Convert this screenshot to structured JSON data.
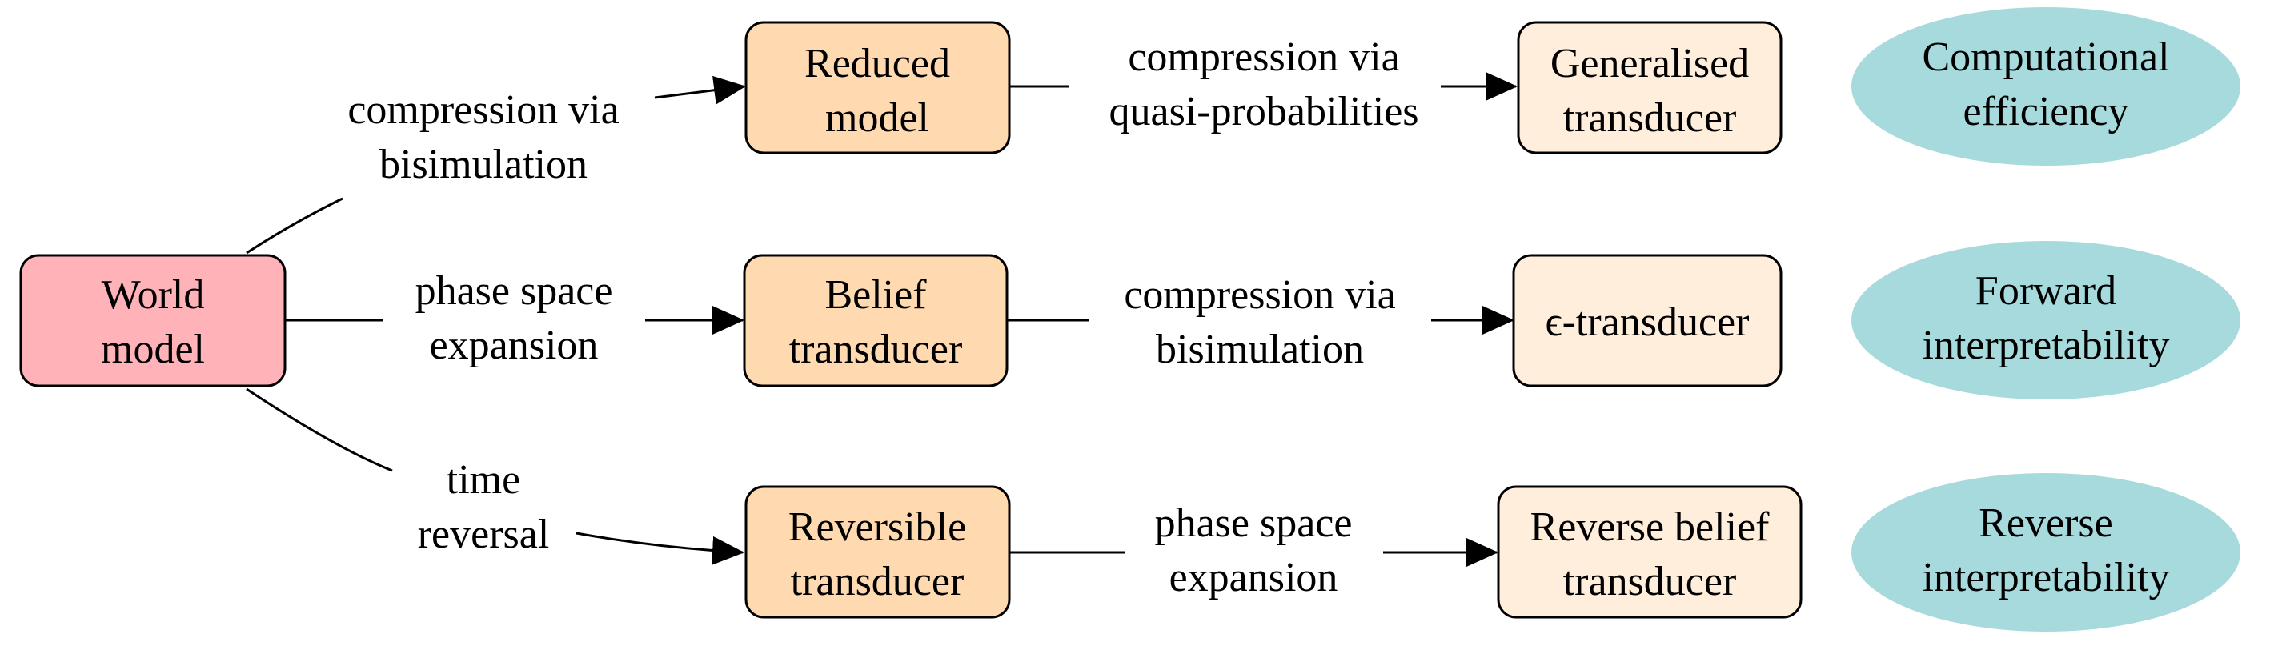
{
  "colors": {
    "world_model_fill": "#FFB3B8",
    "intermediate_fill": "#FFD9B0",
    "final_fill": "#FFEEDB",
    "goal_fill": "#A6DADD",
    "stroke": "#000000"
  },
  "nodes": {
    "world_model": [
      "World",
      "model"
    ],
    "reduced_model": [
      "Reduced",
      "model"
    ],
    "generalised_transducer": [
      "Generalised",
      "transducer"
    ],
    "belief_transducer": [
      "Belief",
      "transducer"
    ],
    "epsilon_transducer": [
      "ϵ-transducer"
    ],
    "reversible_transducer": [
      "Reversible",
      "transducer"
    ],
    "reverse_belief_transducer": [
      "Reverse belief",
      "transducer"
    ]
  },
  "goals": {
    "computational_efficiency": [
      "Computational",
      "efficiency"
    ],
    "forward_interpretability": [
      "Forward",
      "interpretability"
    ],
    "reverse_interpretability": [
      "Reverse",
      "interpretability"
    ]
  },
  "edges": {
    "world_to_reduced": [
      "compression via",
      "bisimulation"
    ],
    "world_to_belief": [
      "phase space",
      "expansion"
    ],
    "world_to_reversible": [
      "time",
      "reversal"
    ],
    "reduced_to_generalised": [
      "compression via",
      "quasi-probabilities"
    ],
    "belief_to_epsilon": [
      "compression via",
      "bisimulation"
    ],
    "reversible_to_reverse_belief": [
      "phase space",
      "expansion"
    ]
  }
}
